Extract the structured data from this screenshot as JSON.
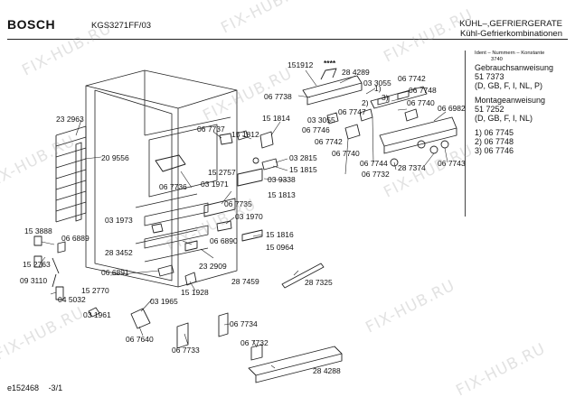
{
  "header": {
    "brand": "BOSCH",
    "model": "KGS3271FF/03",
    "title_line1": "KÜHL–,GEFRIERGERATE",
    "title_line2": "Kühl-Gefrierkombinationen"
  },
  "info": {
    "ident_line": "Ident – Nummern – Konstante",
    "ident_sub": "3740",
    "usage_title": "Gebrauchsanweisung",
    "usage_number": "51 7373",
    "usage_langs": "(D, GB, F, I, NL, P)",
    "mount_title": "Montageanweisung",
    "mount_number": "51 7252",
    "mount_langs": "(D, GB, F, I, NL)",
    "variants": [
      "1) 06 7745",
      "2) 06 7748",
      "3) 06 7746"
    ]
  },
  "footer": {
    "code": "e152468",
    "page": "-3/1"
  },
  "watermark": "FIX-HUB.RU",
  "parts": [
    {
      "id": "p01",
      "label": "151912"
    },
    {
      "id": "p02",
      "label": "****"
    },
    {
      "id": "p03",
      "label": "28 4289"
    },
    {
      "id": "p04",
      "label": "06 7738"
    },
    {
      "id": "p05",
      "label": "03 3055"
    },
    {
      "id": "p06",
      "label": "06 7742"
    },
    {
      "id": "p07",
      "label": "1)"
    },
    {
      "id": "p08",
      "label": "06 7748"
    },
    {
      "id": "p09",
      "label": "3)"
    },
    {
      "id": "p10",
      "label": "03 3055"
    },
    {
      "id": "p11",
      "label": "06 7747"
    },
    {
      "id": "p12",
      "label": "06 7740"
    },
    {
      "id": "p13",
      "label": "2)"
    },
    {
      "id": "p14",
      "label": "06 6982"
    },
    {
      "id": "p15",
      "label": "15 1814"
    },
    {
      "id": "p16",
      "label": "06 7746"
    },
    {
      "id": "p17",
      "label": "06 7737"
    },
    {
      "id": "p18",
      "label": "15 1812"
    },
    {
      "id": "p19",
      "label": "06 7742"
    },
    {
      "id": "p20",
      "label": "03 2815"
    },
    {
      "id": "p21",
      "label": "06 7740"
    },
    {
      "id": "p22",
      "label": "06 7744"
    },
    {
      "id": "p23",
      "label": "28 7374"
    },
    {
      "id": "p24",
      "label": "06 7743"
    },
    {
      "id": "p25",
      "label": "06 7732"
    },
    {
      "id": "p26",
      "label": "15 2757"
    },
    {
      "id": "p27",
      "label": "15 1815"
    },
    {
      "id": "p28",
      "label": "03 9338"
    },
    {
      "id": "p29",
      "label": "03 1971"
    },
    {
      "id": "p30",
      "label": "15 1813"
    },
    {
      "id": "p31",
      "label": "06 7736"
    },
    {
      "id": "p32",
      "label": "06 7735"
    },
    {
      "id": "p33",
      "label": "23 2963"
    },
    {
      "id": "p34",
      "label": "20 9556"
    },
    {
      "id": "p35",
      "label": "03 1973"
    },
    {
      "id": "p36",
      "label": "03 1970"
    },
    {
      "id": "p37",
      "label": "15 3888"
    },
    {
      "id": "p38",
      "label": "06 6889"
    },
    {
      "id": "p39",
      "label": "15 1816"
    },
    {
      "id": "p40",
      "label": "06 6890"
    },
    {
      "id": "p41",
      "label": "15 0964"
    },
    {
      "id": "p42",
      "label": "28 3452"
    },
    {
      "id": "p43",
      "label": "15 2763"
    },
    {
      "id": "p44",
      "label": "23 2909"
    },
    {
      "id": "p45",
      "label": "06 6891"
    },
    {
      "id": "p46",
      "label": "09 3110"
    },
    {
      "id": "p47",
      "label": "28 7459"
    },
    {
      "id": "p48",
      "label": "28 7325"
    },
    {
      "id": "p49",
      "label": "15 2770"
    },
    {
      "id": "p50",
      "label": "15 1928"
    },
    {
      "id": "p51",
      "label": "04 5032"
    },
    {
      "id": "p52",
      "label": "03 1965"
    },
    {
      "id": "p53",
      "label": "03 1961"
    },
    {
      "id": "p54",
      "label": "06 7734"
    },
    {
      "id": "p55",
      "label": "06 7640"
    },
    {
      "id": "p56",
      "label": "06 7732"
    },
    {
      "id": "p57",
      "label": "06 7733"
    },
    {
      "id": "p58",
      "label": "28 4288"
    }
  ]
}
